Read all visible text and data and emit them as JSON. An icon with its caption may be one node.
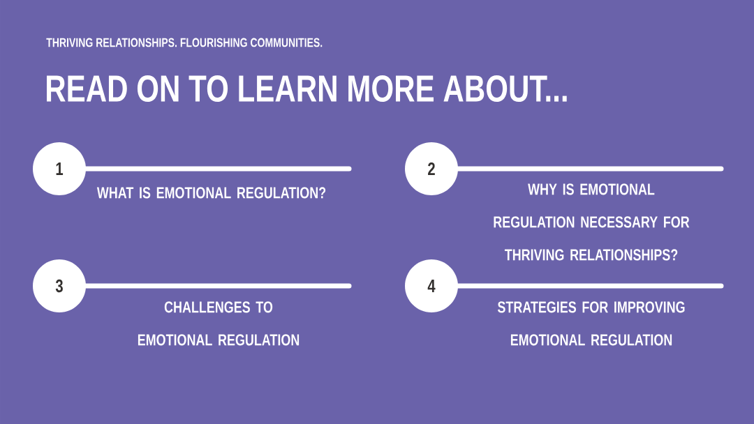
{
  "diagram": {
    "title": "READ ON TO LEARN MORE ABOUT...",
    "nodes": [
      {
        "text": [
          "1"
        ],
        "beside": [
          "WHAT IS EMOTIONAL REGULATION?"
        ]
      },
      {
        "text": [
          "2"
        ],
        "beside": [
          "WHY IS EMOTIONAL REGULATION NECESSARY FOR THRIVING RELATIONSHIPS?"
        ]
      },
      {
        "text": [
          "3"
        ],
        "beside": [
          "CHALLENGES TO EMOTIONAL REGULATION"
        ]
      },
      {
        "text": [
          "4"
        ],
        "beside": [
          "STRATEGIES FOR IMPROVING EMOTIONAL REGULATION"
        ]
      }
    ],
    "edges": [
      {
        "from": 0,
        "to": null,
        "arrow": "none"
      },
      {
        "from": 1,
        "to": null,
        "arrow": "none"
      },
      {
        "from": 2,
        "to": null,
        "arrow": "none"
      },
      {
        "from": 3,
        "to": null,
        "arrow": "none"
      }
    ],
    "labels": [
      "THRIVING RELATIONSHIPS. FLOURISHING COMMUNITIES."
    ]
  }
}
